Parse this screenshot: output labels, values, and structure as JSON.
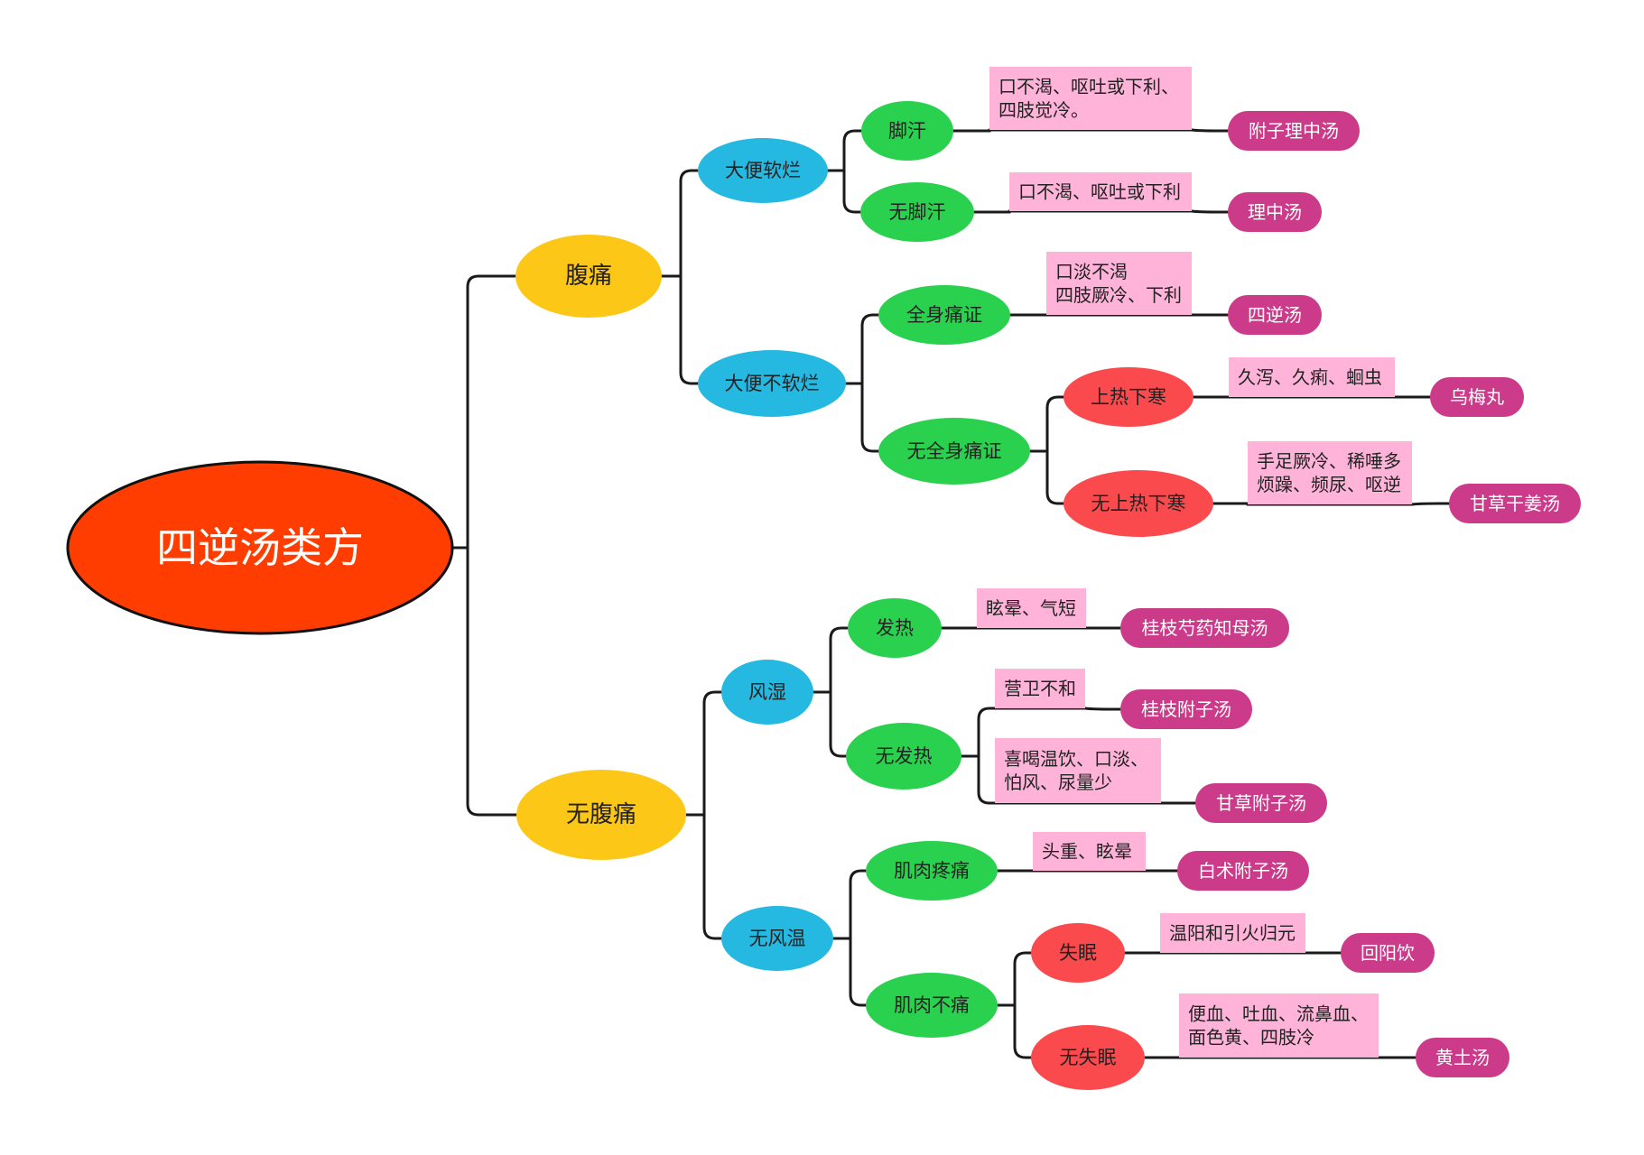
{
  "colors": {
    "root": "#ff3d00",
    "level1": "#fdc718",
    "level2": "#25b8e0",
    "level3": "#2ad14f",
    "level4": "#fb4a4d",
    "note": "#ffb3d9",
    "result": "#cc3a8a",
    "line": "#1a1a1a"
  },
  "mindmap": {
    "root": "四逆汤类方",
    "level1": [
      "腹痛",
      "无腹痛"
    ],
    "level2": [
      "大便软烂",
      "大便不软烂",
      "风湿",
      "无风温"
    ],
    "level3": [
      "脚汗",
      "无脚汗",
      "全身痛证",
      "无全身痛证",
      "发热",
      "无发热",
      "肌肉疼痛",
      "肌肉不痛"
    ],
    "level4": [
      "上热下寒",
      "无上热下寒",
      "失眠",
      "无失眠"
    ],
    "notes": [
      "口不渴、呕吐或下利、\n四肢觉冷。",
      "口不渴、呕吐或下利",
      "口淡不渴\n四肢厥冷、下利",
      "久泻、久痢、蛔虫",
      "手足厥冷、稀唾多\n烦躁、频尿、呕逆",
      "眩晕、气短",
      "营卫不和",
      "喜喝温饮、口淡、\n怕风、尿量少",
      "头重、眩晕",
      "温阳和引火归元",
      "便血、吐血、流鼻血、\n面色黄、四肢冷"
    ],
    "results": [
      "附子理中汤",
      "理中汤",
      "四逆汤",
      "乌梅丸",
      "甘草干姜汤",
      "桂枝芍药知母汤",
      "桂枝附子汤",
      "甘草附子汤",
      "白术附子汤",
      "回阳饮",
      "黄土汤"
    ]
  }
}
